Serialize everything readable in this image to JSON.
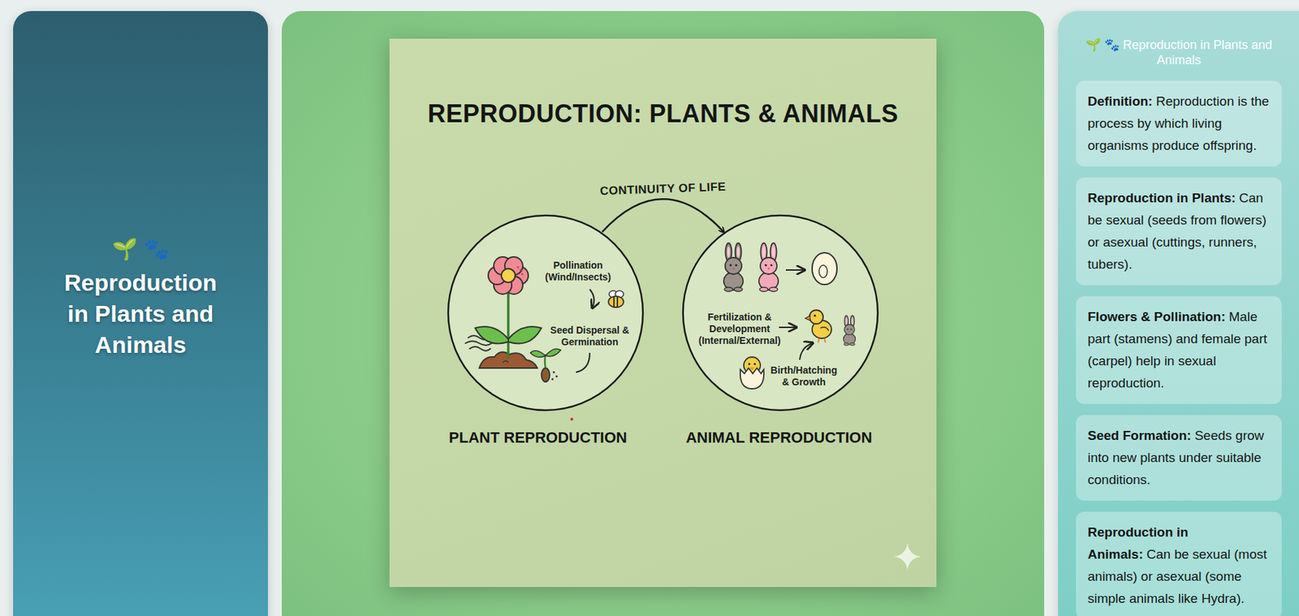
{
  "diagram": {
    "title": "REPRODUCTION: PLANTS & ANIMALS",
    "nodes": [
      {
        "text": [
          "🌱 🐾",
          "Reproduction in Plants and Animals"
        ]
      },
      {
        "text": [
          "Pollination (Wind/Insects)",
          "Seed Dispersal & Germination",
          "PLANT REPRODUCTION"
        ]
      },
      {
        "text": [
          "Fertilization & Development (Internal/External)",
          "Birth/Hatching & Growth",
          "ANIMAL REPRODUCTION"
        ]
      },
      {
        "text": [
          "🌱 🐾 Reproduction in Plants and Animals"
        ]
      },
      {
        "text": [
          "Definition:",
          "Reproduction is the process by which living organisms produce offspring."
        ],
        "in": 3
      },
      {
        "text": [
          "Reproduction in Plants:",
          "Can be sexual (seeds from flowers) or asexual (cuttings, runners, tubers)."
        ],
        "in": 3
      },
      {
        "text": [
          "Flowers & Pollination:",
          "Male part (stamens) and female part (carpel) help in sexual reproduction."
        ],
        "in": 3
      },
      {
        "text": [
          "Seed Formation:",
          "Seeds grow into new plants under suitable conditions."
        ],
        "in": 3
      },
      {
        "text": [
          "Reproduction in Animals:",
          "Can be sexual (most animals) or asexual (some simple animals like Hydra)."
        ],
        "in": 3
      }
    ],
    "edges": [
      {
        "from": 1,
        "to": 2,
        "arrow": "to",
        "label": "CONTINUITY OF LIFE"
      }
    ]
  }
}
